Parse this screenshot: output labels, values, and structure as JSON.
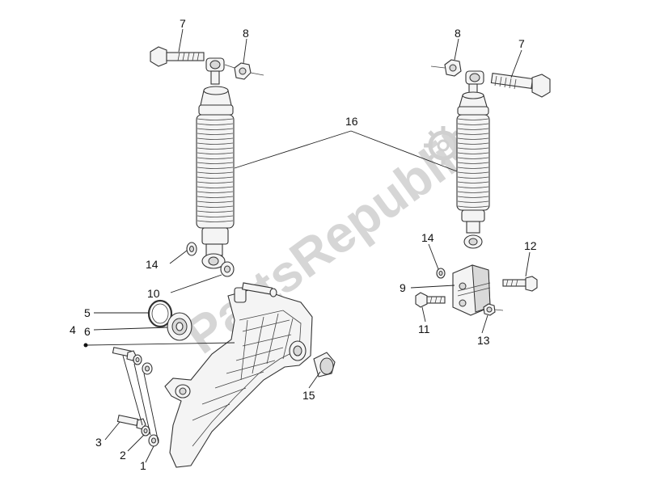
{
  "watermark": "PartsRepublik",
  "callouts": [
    {
      "id": "left-7",
      "text": "7"
    },
    {
      "id": "left-8",
      "text": "8"
    },
    {
      "id": "right-8",
      "text": "8"
    },
    {
      "id": "right-7",
      "text": "7"
    },
    {
      "id": "c16",
      "text": "16"
    },
    {
      "id": "left-14",
      "text": "14"
    },
    {
      "id": "c10",
      "text": "10"
    },
    {
      "id": "c5",
      "text": "5"
    },
    {
      "id": "c4",
      "text": "4"
    },
    {
      "id": "c6",
      "text": "6"
    },
    {
      "id": "c3",
      "text": "3"
    },
    {
      "id": "c2",
      "text": "2"
    },
    {
      "id": "c1",
      "text": "1"
    },
    {
      "id": "c15",
      "text": "15"
    },
    {
      "id": "right-14",
      "text": "14"
    },
    {
      "id": "c12",
      "text": "12"
    },
    {
      "id": "c9",
      "text": "9"
    },
    {
      "id": "c11",
      "text": "11"
    },
    {
      "id": "c13",
      "text": "13"
    }
  ]
}
